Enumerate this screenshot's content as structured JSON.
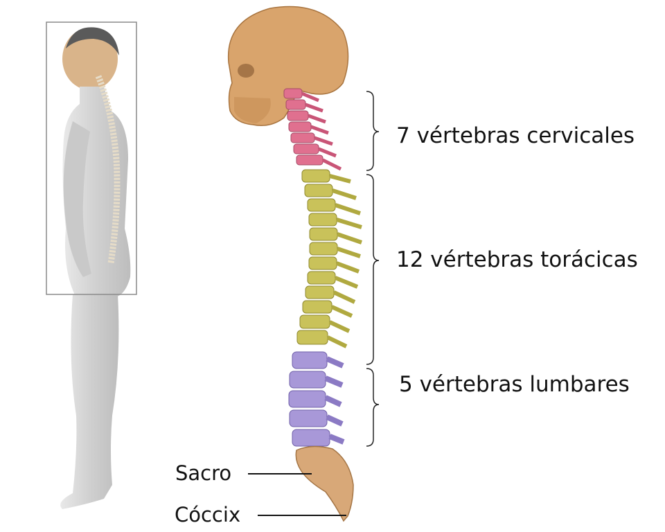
{
  "labels": {
    "cervical": "7 vértebras cervicales",
    "thoracic": "12 vértebras torácicas",
    "lumbar": "5 vértebras lumbares",
    "sacrum": "Sacro",
    "coccyx": "Cóccix"
  },
  "colors": {
    "cervical": "#e0708f",
    "thoracic": "#c9c25a",
    "lumbar": "#a898d8",
    "sacrum": "#d8a878",
    "skull": "#d9a46c",
    "body": "#d6d6d6"
  },
  "vertebra_counts": {
    "cervical": 7,
    "thoracic": 12,
    "lumbar": 5
  }
}
